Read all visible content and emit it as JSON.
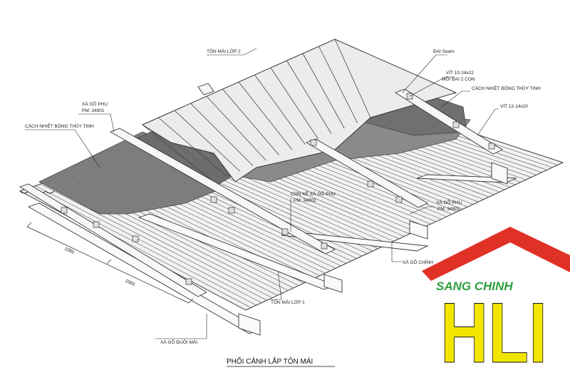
{
  "drawing": {
    "title": "PHỐI CẢNH LẮP TÔN MÁI",
    "dimension_1": "1080",
    "dimension_2": "1060",
    "labels": {
      "ton_mai_lop_2": "TÔN MÁI LỚP 2",
      "dai_seam": "ĐAI Seam",
      "vit_10_24": "VÍT 10-24x22",
      "moi_dai_2_con": "MỖI ĐAI 2 CON",
      "cach_nhiet_right": "CÁCH NHIỆT BÔNG THỦY TINH",
      "vit_12_14": "VÍT 12-14x20",
      "xa_go_phu_left": "XÀ GỒ PHỤ",
      "xa_go_phu_left_code": "PM: 34901",
      "cach_nhiet_left": "CÁCH NHIỆT BÔNG THỦY TINH",
      "con_ke": "CON KÊ XÀ GỒ PHỤ",
      "con_ke_code": "PM: 34902",
      "xa_go_phu_right": "XÀ GỒ PHỤ",
      "xa_go_phu_right_code": "PM: 34901",
      "xa_go_chinh": "XÀ GỒ CHÍNH",
      "ton_mai_lop_1": "TÔN MÁI LỚP 1",
      "xa_go_duoi_mai": "XÀ GỒ ĐUÔI MÁI"
    }
  },
  "logo": {
    "text": "SANG CHINH",
    "letters": "HLI",
    "colors": {
      "roof": "#e03127",
      "text": "#2e9e3f",
      "letters": "#f2e600"
    }
  }
}
